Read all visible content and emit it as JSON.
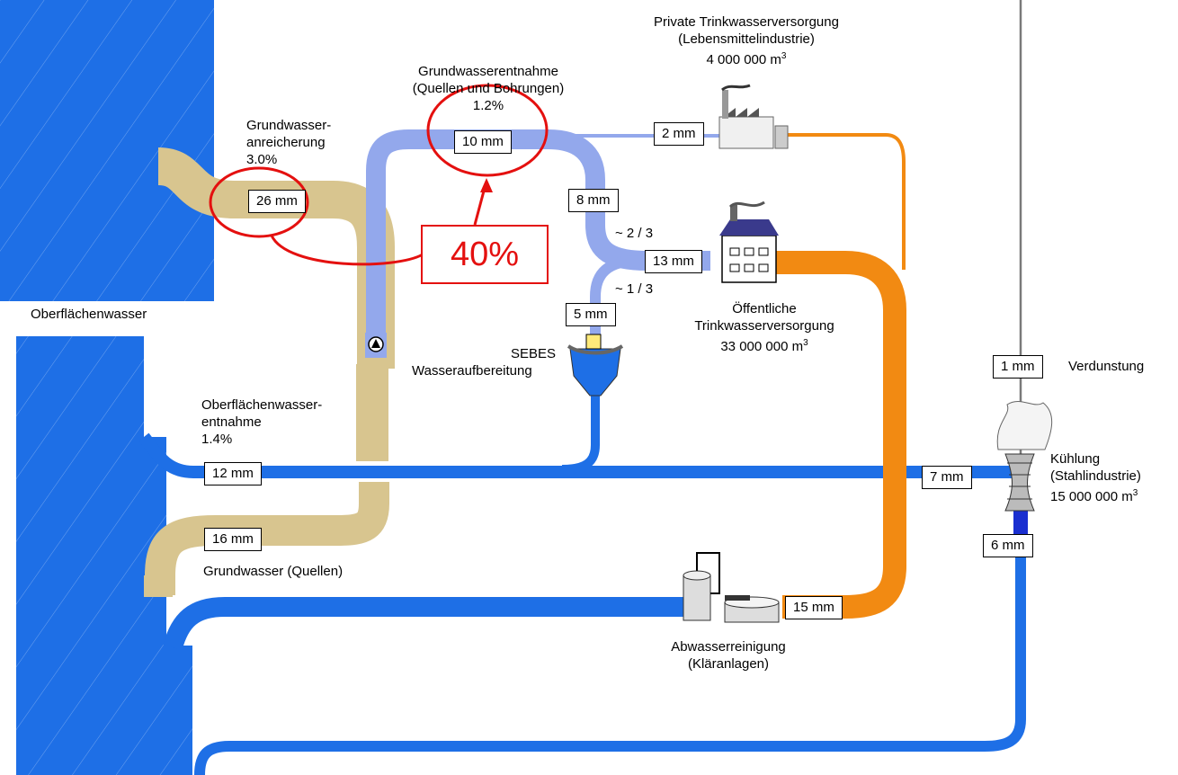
{
  "colors": {
    "surface_water": "#1e6fe6",
    "groundwater_pipe": "#d8c58f",
    "drinking_water_pipe": "#93a8ec",
    "wastewater_pipe": "#f28a12",
    "highlight": "#e4100f"
  },
  "flows": {
    "groundwater_recharge": "26 mm",
    "groundwater_extraction": "10 mm",
    "private_supply": "2 mm",
    "branch_public": "8 mm",
    "public_supply": "13 mm",
    "sebes": "5 mm",
    "surface_extraction": "12 mm",
    "groundwater_springs": "16 mm",
    "cooling_in": "7 mm",
    "evaporation": "1 mm",
    "cooling_out": "6 mm",
    "wastewater": "15 mm"
  },
  "labels": {
    "surface_water": "Oberflächenwasser",
    "recharge_1": "Grundwasser-",
    "recharge_2": "anreicherung",
    "recharge_pct": "3.0%",
    "extraction_1": "Grundwasserentnahme",
    "extraction_2": "(Quellen und Bohrungen)",
    "extraction_pct": "1.2%",
    "private_1": "Private Trinkwasserversorgung",
    "private_2": "(Lebensmittelindustrie)",
    "private_vol": "4 000 000 m",
    "public_1": "Öffentliche",
    "public_2": "Trinkwasserversorgung",
    "public_vol": "33 000 000 m",
    "split_upper": "~ 2 / 3",
    "split_lower": "~ 1 / 3",
    "sebes_1": "SEBES",
    "sebes_2": "Wasseraufbereitung",
    "surface_ext_1": "Oberflächenwasser-",
    "surface_ext_2": "entnahme",
    "surface_ext_pct": "1.4%",
    "groundwater_springs": "Grundwasser (Quellen)",
    "evaporation": "Verdunstung",
    "cooling_1": "Kühlung",
    "cooling_2": "(Stahlindustrie)",
    "cooling_vol": "15 000 000 m",
    "wastewater_1": "Abwasserreinigung",
    "wastewater_2": "(Kläranlagen)",
    "cube": "3"
  },
  "highlight": {
    "ratio": "40%"
  }
}
